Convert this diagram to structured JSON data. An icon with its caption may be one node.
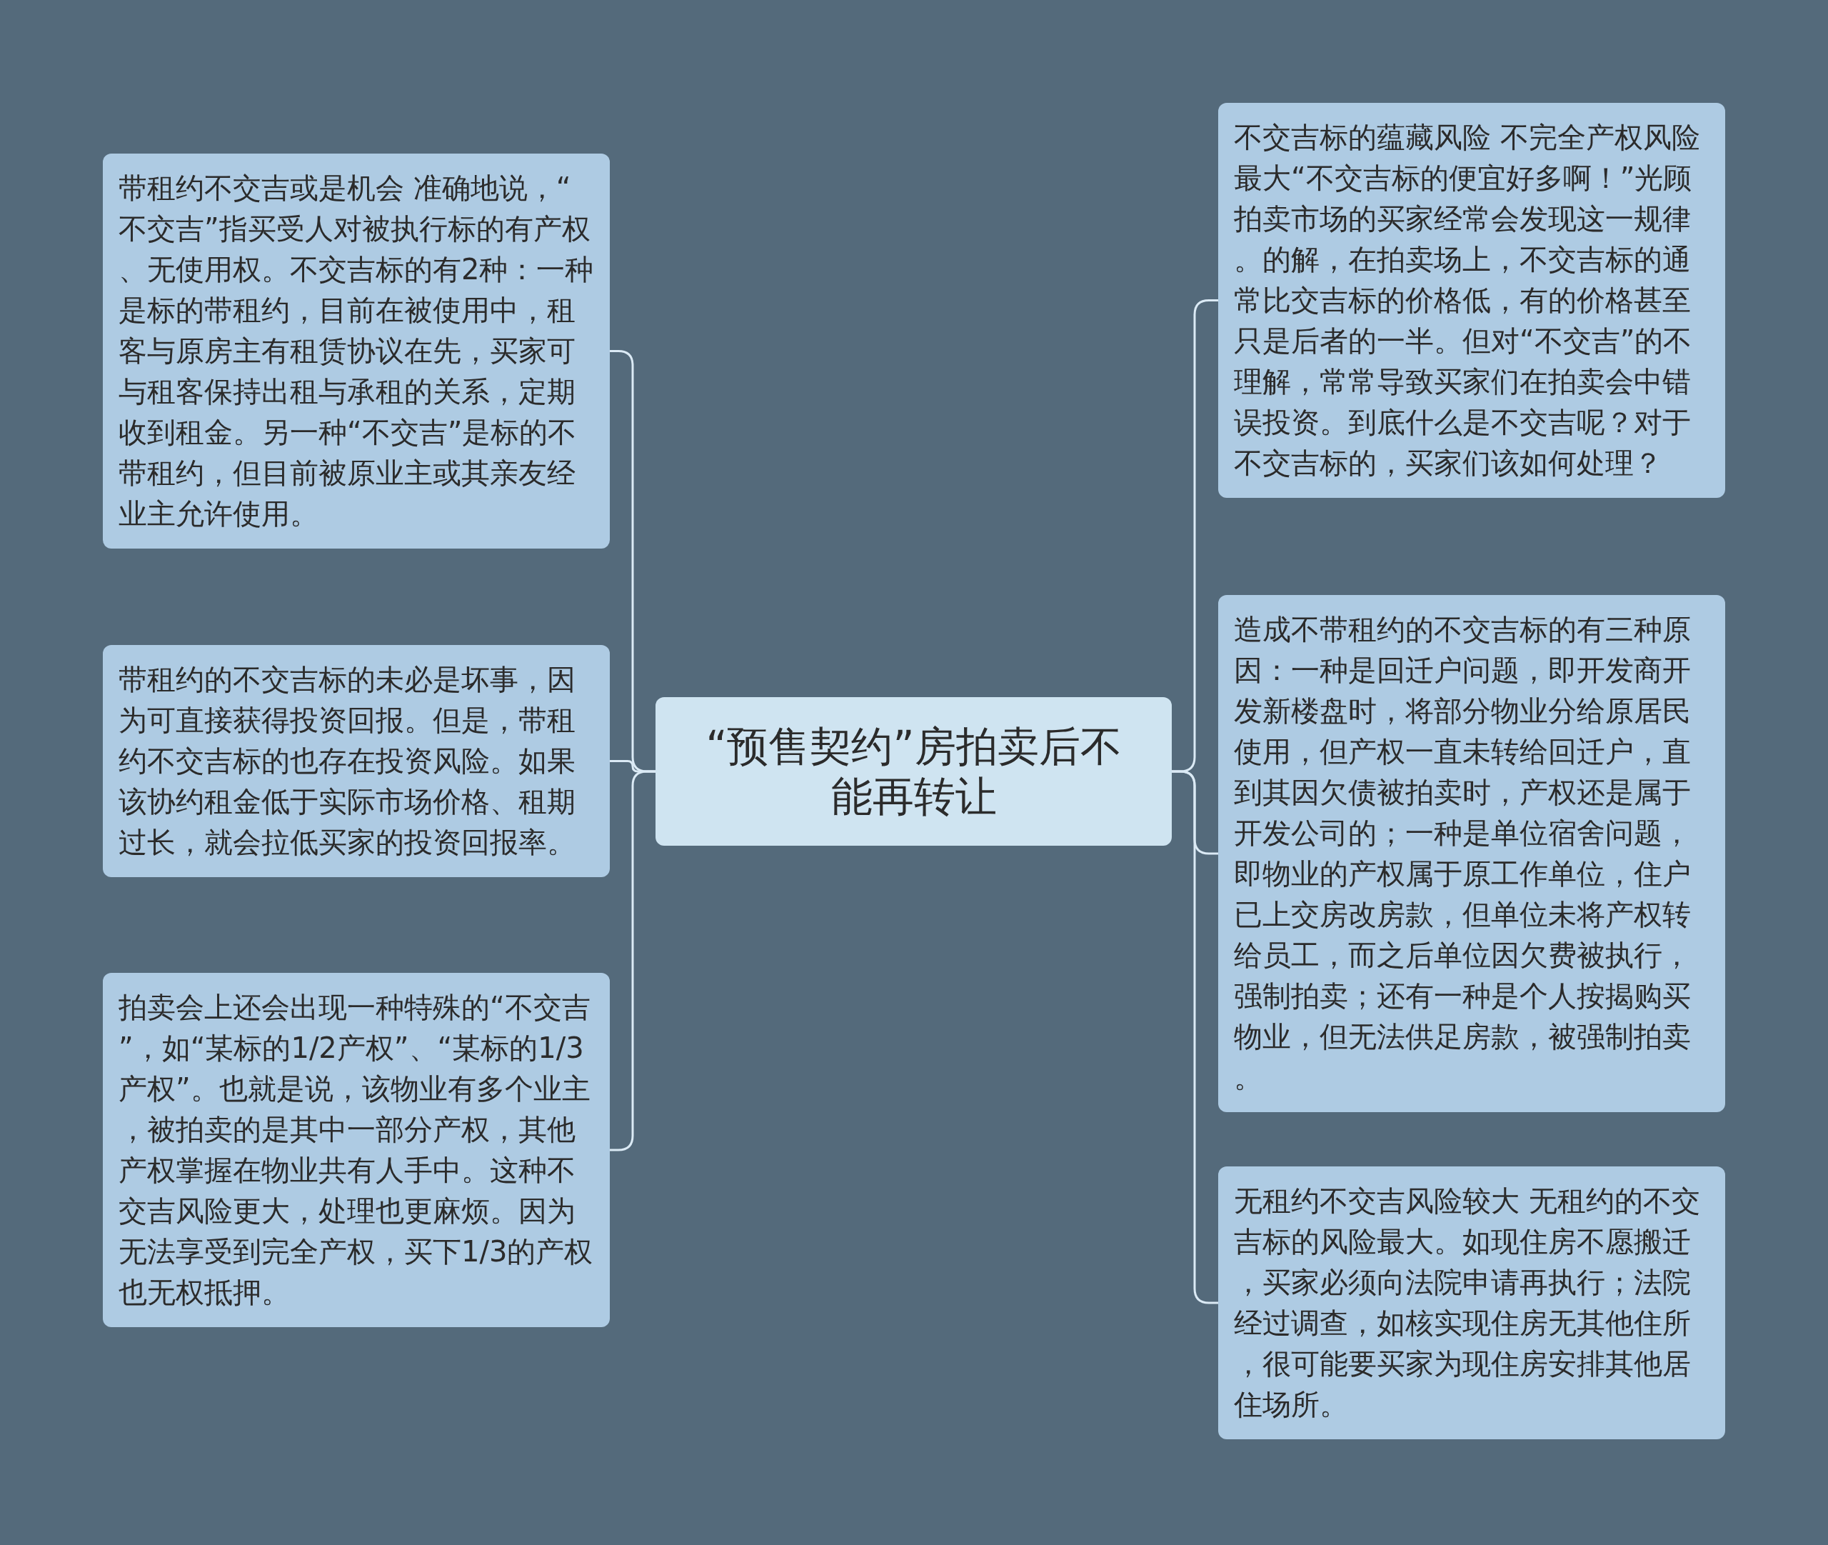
{
  "diagram": {
    "nodes": [
      {
        "text": [
          "“预售契约”房拍卖后不能再转让"
        ]
      },
      {
        "text": [
          "带租约不交吉或是机会 准确地说，“不交吉”指买受人对被执行标的有产权、无使用权。不交吉标的有2种：一种是标的带租约，目前在被使用中，租客与原房主有租赁协议在先，买家可与租客保持出租与承租的关系，定期收到租金。另一种“不交吉”是标的不带租约，但目前被原业主或其亲友经业主允许使用。"
        ]
      },
      {
        "text": [
          "带租约的不交吉标的未必是坏事，因为可直接获得投资回报。但是，带租约不交吉标的也存在投资风险。如果该协约租金低于实际市场价格、租期过长，就会拉低买家的投资回报率。"
        ]
      },
      {
        "text": [
          "拍卖会上还会出现一种特殊的“不交吉”，如“某标的1/2产权”、“某标的1/3产权”。也就是说，该物业有多个业主，被拍卖的是其中一部分产权，其他产权掌握在物业共有人手中。这种不交吉风险更大，处理也更麻烦。因为无法享受到完全产权，买下1/3的产权也无权抵押。"
        ]
      },
      {
        "text": [
          "不交吉标的蕴藏风险 不完全产权风险最大“不交吉标的便宜好多啊！”光顾拍卖市场的买家经常会发现这一规律。的解，在拍卖场上，不交吉标的通常比交吉标的价格低，有的价格甚至只是后者的一半。但对“不交吉”的不理解，常常导致买家们在拍卖会中错误投资。到底什么是不交吉呢？对于不交吉标的，买家们该如何处理？"
        ]
      },
      {
        "text": [
          "造成不带租约的不交吉标的有三种原因：一种是回迁户问题，即开发商开发新楼盘时，将部分物业分给原居民使用，但产权一直未转给回迁户，直到其因欠债被拍卖时，产权还是属于开发公司的；一种是单位宿舍问题，即物业的产权属于原工作单位，住户已上交房改房款，但单位未将产权转给员工，而之后单位因欠费被执行，强制拍卖；还有一种是个人按揭购买物业，但无法供足房款，被强制拍卖。"
        ]
      },
      {
        "text": [
          "无租约不交吉风险较大  无租约的不交吉标的风险最大。如现住房不愿搬迁，买家必须向法院申请再执行；法院经过调查，如核实现住房无其他住所，很可能要买家为现住房安排其他居住场所。"
        ]
      }
    ],
    "edges": [
      {
        "from": 0,
        "to": 1,
        "arrow": "none"
      },
      {
        "from": 0,
        "to": 2,
        "arrow": "none"
      },
      {
        "from": 0,
        "to": 3,
        "arrow": "none"
      },
      {
        "from": 0,
        "to": 4,
        "arrow": "none"
      },
      {
        "from": 0,
        "to": 5,
        "arrow": "none"
      },
      {
        "from": 0,
        "to": 6,
        "arrow": "none"
      }
    ]
  }
}
